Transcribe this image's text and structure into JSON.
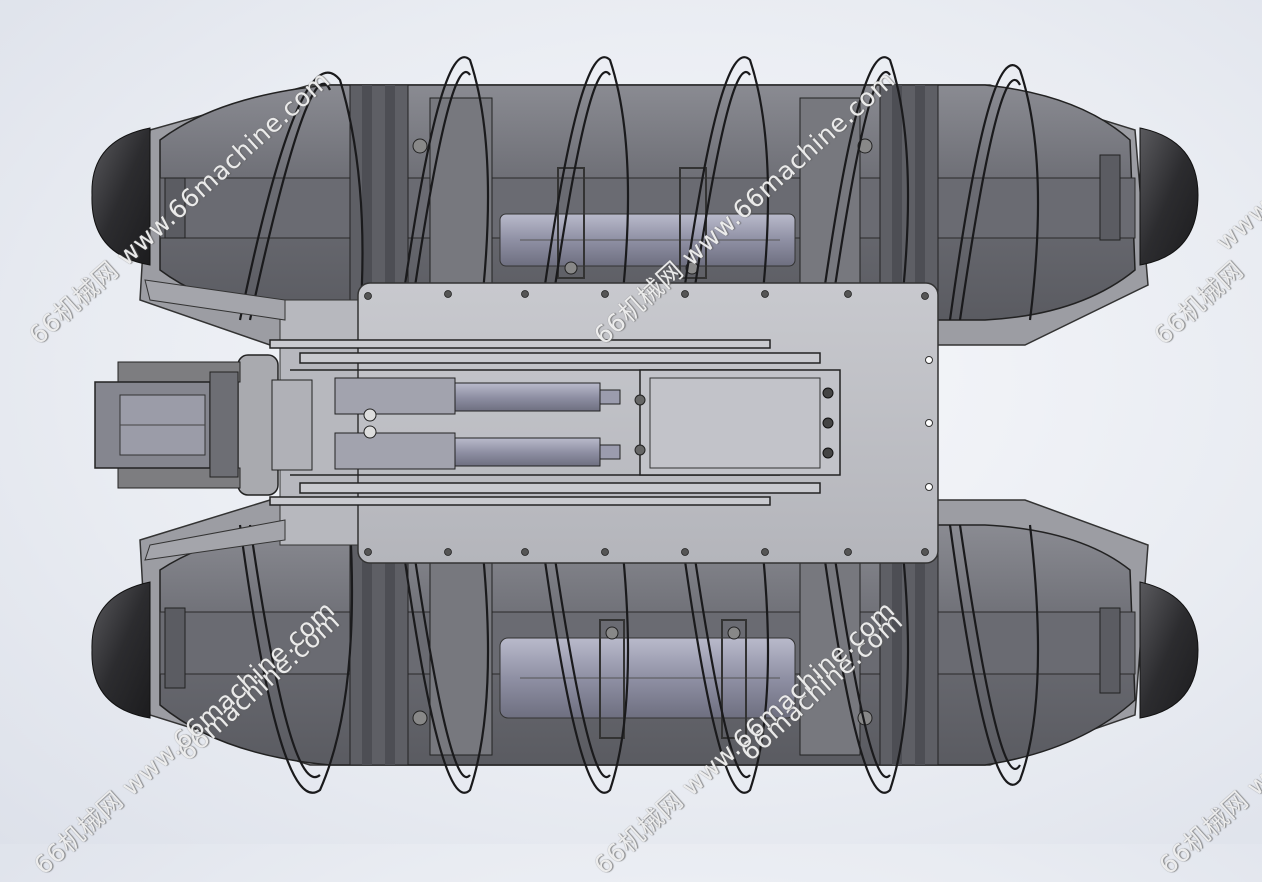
{
  "watermark": {
    "site": "66machine.com",
    "full": "66机械网 www.66machine.com",
    "prefix": "66机械网",
    "tail": "www.66m"
  },
  "colors": {
    "background": "#eceef3",
    "body_shell": "#6f7077",
    "shell_dark": "#55565c",
    "end_cap": "#2b2b2d",
    "plate": "#bfc0c6",
    "actuator": "#9a9bb0",
    "helix": "#1f1f22"
  }
}
